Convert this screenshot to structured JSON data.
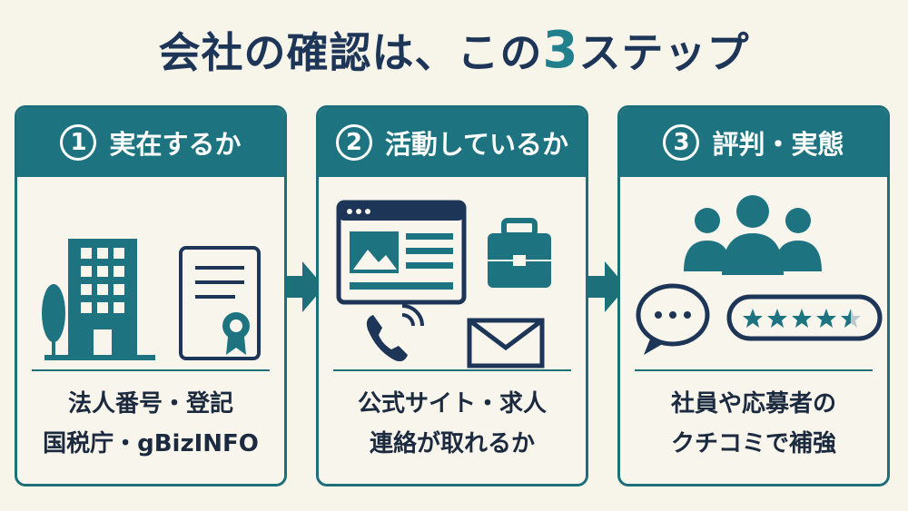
{
  "title": {
    "prefix": "会社の確認は、この",
    "number": "3",
    "suffix": "ステップ"
  },
  "steps": [
    {
      "number": "1",
      "heading": "実在するか",
      "lines": [
        "法人番号・登記",
        "国税庁・gBizINFO"
      ],
      "icons": [
        "building-icon",
        "tree-icon",
        "certificate-icon"
      ]
    },
    {
      "number": "2",
      "heading": "活動しているか",
      "lines": [
        "公式サイト・求人",
        "連絡が取れるか"
      ],
      "icons": [
        "website-icon",
        "briefcase-icon",
        "phone-icon",
        "mail-icon"
      ]
    },
    {
      "number": "3",
      "heading": "評判・実態",
      "lines": [
        "社員や応募者の",
        "クチコミで補強"
      ],
      "icons": [
        "people-icon",
        "chat-bubble-icon",
        "star-rating-icon"
      ],
      "rating": 4.5,
      "rating_max": 5
    }
  ],
  "colors": {
    "primary": "#1d7480",
    "navy": "#1d3556",
    "accent": "#22808c",
    "background": "#f7f4ea"
  }
}
